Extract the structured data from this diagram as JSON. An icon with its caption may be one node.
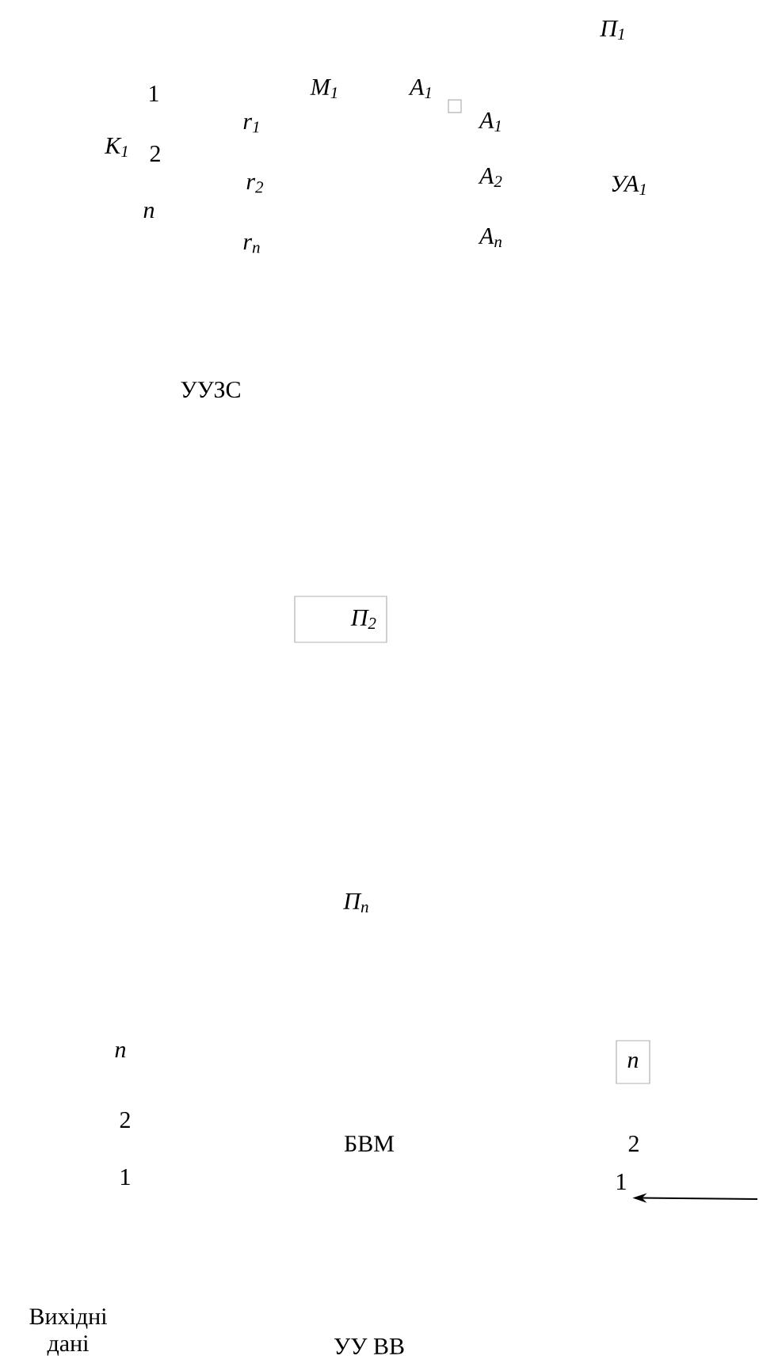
{
  "diagram": {
    "nodes": [
      {
        "text": [],
        "shape": "box"
      },
      {
        "text": [
          "П$_{2}$"
        ]
      },
      {
        "text": [
          "n"
        ]
      },
      {
        "text": [
          "1"
        ]
      }
    ],
    "edges": [
      {
        "from": null,
        "to": 3,
        "arrow": "to"
      }
    ],
    "labels": [
      "П$_{1}$",
      "1",
      "M$_{1}$",
      "A$_{1}$",
      "A$_{1}$",
      "r$_{1}$",
      "K$_{1}$",
      "2",
      "A$_{2}$",
      "УА$_{1}$",
      "r$_{2}$",
      "n",
      "A$_{n}$",
      "r$_{n}$",
      "УУЗС",
      "П$_{n}$",
      "n",
      "2",
      "БВМ",
      "2",
      "1",
      "Вихідні дані",
      "УУ ВВ"
    ]
  }
}
